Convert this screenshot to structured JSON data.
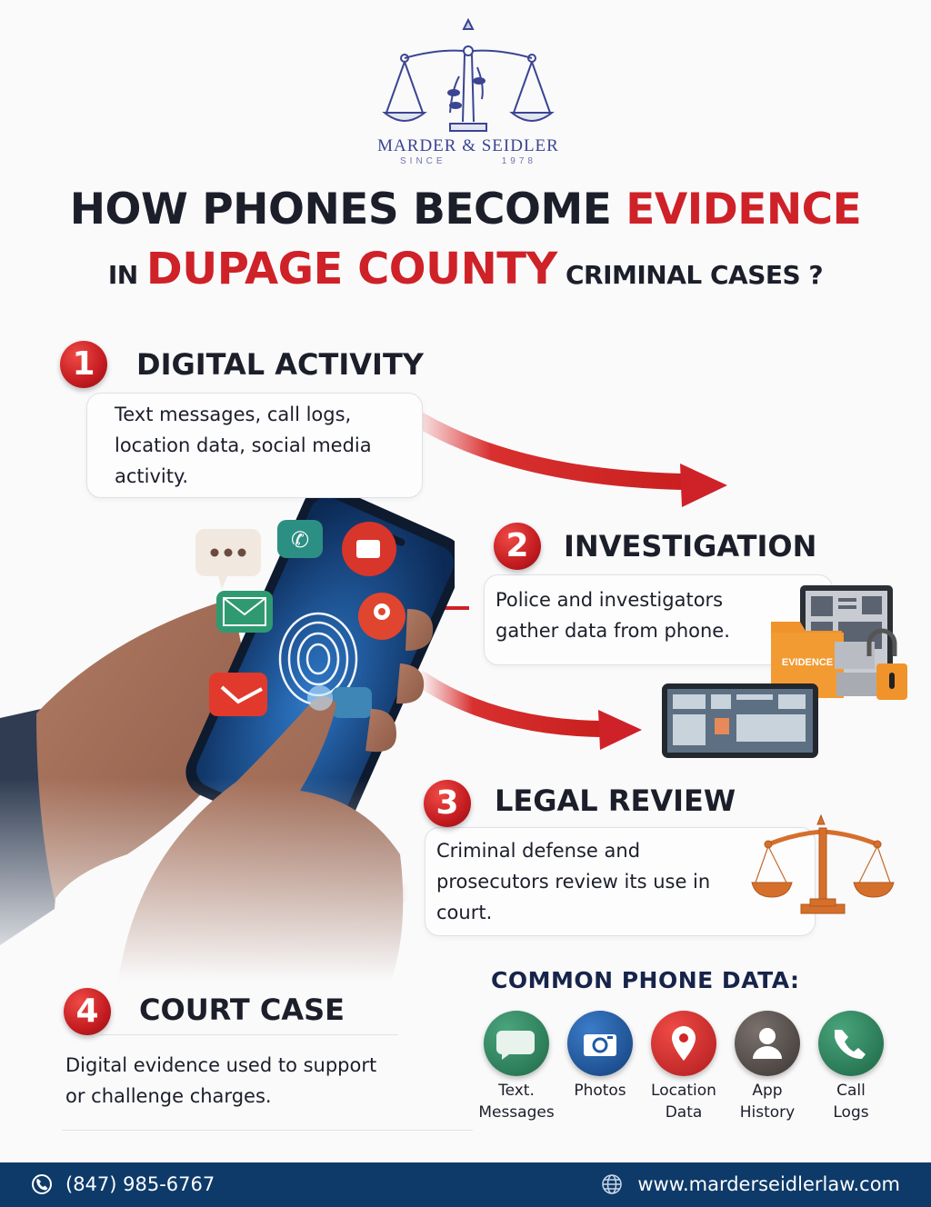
{
  "logo": {
    "icon": "scales-of-justice-icon",
    "name": "MARDER & SEIDLER",
    "since_label": "SINCE",
    "since_year": "1978"
  },
  "title": {
    "line1_prefix": "HOW PHONES BECOME ",
    "line1_highlight": "EVIDENCE",
    "line2_prefix": "IN ",
    "line2_highlight": "DUPAGE COUNTY",
    "line2_suffix": " CRIMINAL CASES ?"
  },
  "steps": [
    {
      "number": "1",
      "title": "DIGITAL ACTIVITY",
      "description_lines": [
        "Text messages, call logs,",
        "location data, social media",
        "activity."
      ]
    },
    {
      "number": "2",
      "title": "INVESTIGATION",
      "description_lines": [
        "Police and investigators",
        "gather data from phone."
      ],
      "illustration_label": "EVIDENCE"
    },
    {
      "number": "3",
      "title": "LEGAL REVIEW",
      "description_lines": [
        "Criminal defense and",
        "prosecutors review its use in",
        "court."
      ]
    },
    {
      "number": "4",
      "title": "COURT CASE",
      "description_lines": [
        "Digital evidence used to support",
        "or challenge charges."
      ]
    }
  ],
  "common_data": {
    "title": "COMMON PHONE DATA:",
    "items": [
      {
        "label_lines": [
          "Text.",
          "Messages"
        ],
        "icon": "chat-bubble-icon",
        "color": "#2f7d5a"
      },
      {
        "label_lines": [
          "Photos",
          ""
        ],
        "icon": "camera-icon",
        "color": "#1f5aa3"
      },
      {
        "label_lines": [
          "Location",
          "Data"
        ],
        "icon": "map-pin-icon",
        "color": "#d0262a"
      },
      {
        "label_lines": [
          "App",
          "History"
        ],
        "icon": "user-icon",
        "color": "#54504e"
      },
      {
        "label_lines": [
          "Call",
          "Logs"
        ],
        "icon": "phone-icon",
        "color": "#2b7a57"
      }
    ]
  },
  "footer": {
    "phone": "(847) 985-6767",
    "website": "www.marderseidlerlaw.com"
  },
  "colors": {
    "accent_red": "#cf2128",
    "text_dark": "#1c1f2a",
    "footer_bg": "#0d3a69",
    "logo_blue": "#3b4591"
  }
}
